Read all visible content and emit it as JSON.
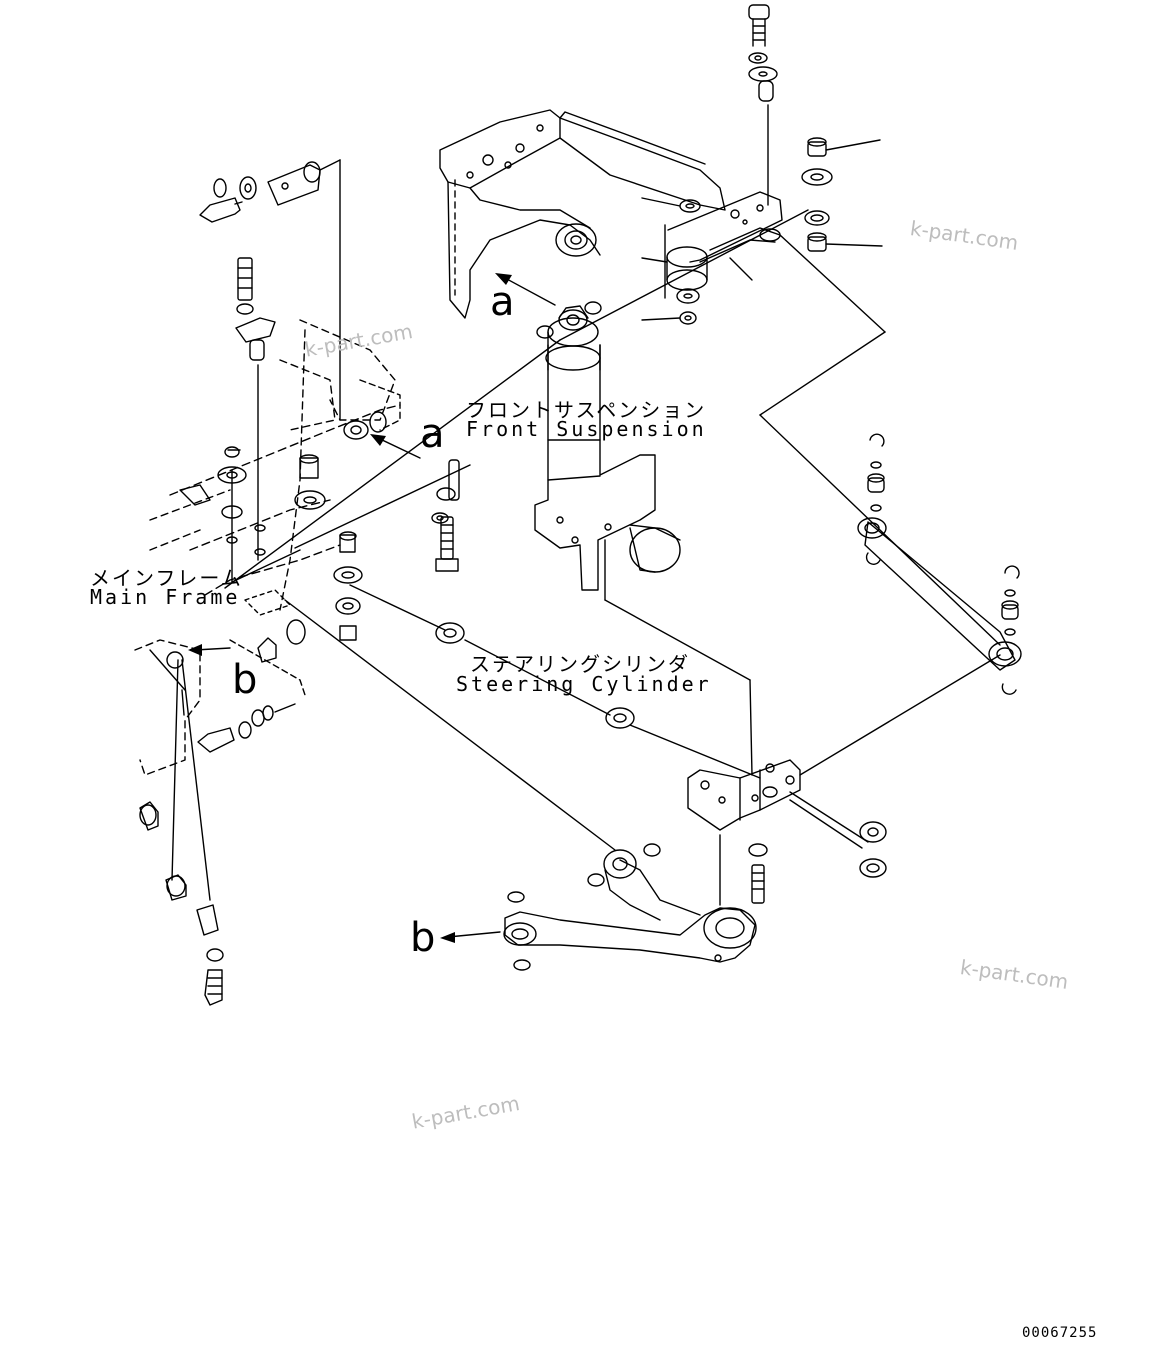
{
  "labels": {
    "front_suspension_jp": "フロントサスペンション",
    "front_suspension_en": "Front Suspension",
    "main_frame_jp": "メインフレーム",
    "main_frame_en": "Main Frame",
    "steering_cylinder_jp": "ステアリングシリンダ",
    "steering_cylinder_en": "Steering Cylinder"
  },
  "view_markers": {
    "a": "a",
    "b": "b"
  },
  "watermark": "k-part.com",
  "document_number": "00067255",
  "colors": {
    "line": "#000000",
    "watermark": "#bdbdbd",
    "background": "#ffffff"
  }
}
